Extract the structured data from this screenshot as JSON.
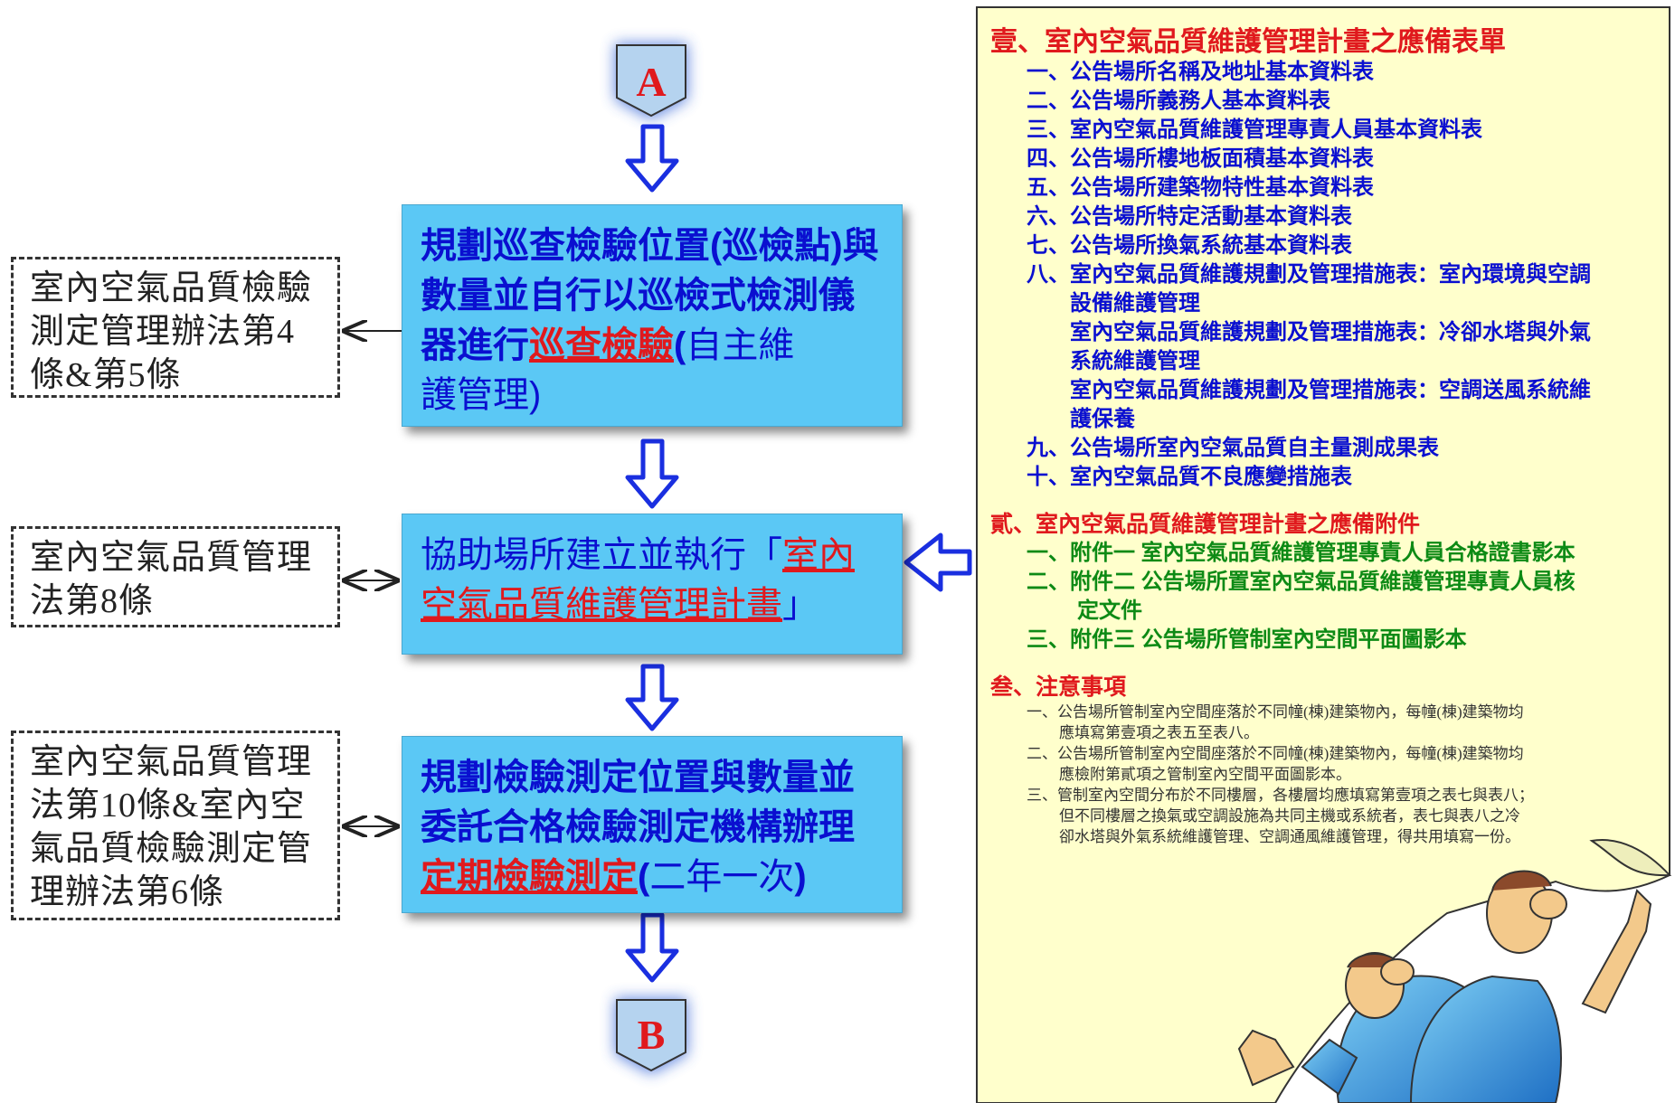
{
  "markers": {
    "top": "A",
    "bottom": "B"
  },
  "steps": {
    "s1": {
      "a": "規劃巡查檢驗位置(巡檢點)與數量並自行以巡檢式檢測儀器進行",
      "em": "巡查檢驗",
      "b": "(",
      "c": "自主維",
      "d": "護管理)"
    },
    "s2": {
      "a": "協助場所建立並執行「",
      "em": "室內空氣品質維護管理計畫",
      "b": "」"
    },
    "s3": {
      "a": "規劃檢驗測定位置與數量並委託合格檢驗測定機構辦理",
      "em": "定期檢驗測定",
      "b": "(",
      "c": "二年一次",
      "d": ")"
    }
  },
  "laws": {
    "l1": "室內空氣品質檢驗測定管理辦法第4條&第5條",
    "l2": "室內空氣品質管理法第8條",
    "l3": "室內空氣品質管理法第10條&室內空氣品質檢驗測定管理辦法第6條"
  },
  "panel": {
    "sec1": {
      "title": "壹、室內空氣品質維護管理計畫之應備表單",
      "items": [
        "一、公告場所名稱及地址基本資料表",
        "二、公告場所義務人基本資料表",
        "三、室內空氣品質維護管理專責人員基本資料表",
        "四、公告場所樓地板面積基本資料表",
        "五、公告場所建築物特性基本資料表",
        "六、公告場所特定活動基本資料表",
        "七、公告場所換氣系統基本資料表"
      ],
      "item8": {
        "prefix": "八、",
        "lines": [
          "室內空氣品質維護規劃及管理措施表：室內環境與空調",
          "設備維護管理",
          "室內空氣品質維護規劃及管理措施表：冷卻水塔與外氣",
          "系統維護管理",
          "室內空氣品質維護規劃及管理措施表：空調送風系統維",
          "護保養"
        ]
      },
      "items_after": [
        "九、公告場所室內空氣品質自主量測成果表",
        "十、室內空氣品質不良應變措施表"
      ]
    },
    "sec2": {
      "title": "貳、室內空氣品質維護管理計畫之應備附件",
      "items": [
        "一、附件一 室內空氣品質維護管理專責人員合格證書影本",
        "二、附件二 公告場所置室內空氣品質維護管理專責人員核",
        "定文件",
        "三、附件三 公告場所管制室內空間平面圖影本"
      ]
    },
    "sec3": {
      "title": "叁、注意事項",
      "notes": [
        "一、公告場所管制室內空間座落於不同幢(棟)建築物內，每幢(棟)建築物均",
        "應填寫第壹項之表五至表八。",
        "二、公告場所管制室內空間座落於不同幢(棟)建築物內，每幢(棟)建築物均",
        "應檢附第貳項之管制室內空間平面圖影本。",
        "三、管制室內空間分布於不同樓層，各樓層均應填寫第壹項之表七與表八；",
        "但不同樓層之換氣或空調設施為共同主機或系統者，表七與表八之冷",
        "卻水塔與外氣系統維護管理、空調通風維護管理，得共用填寫一份。"
      ]
    }
  },
  "colors": {
    "box_fill": "#5bc8f5",
    "box_text": "#0a0fd0",
    "emphasis": "#e0191d",
    "attach_text": "#0d8a15",
    "scroll_fill": "#ffffcc"
  }
}
